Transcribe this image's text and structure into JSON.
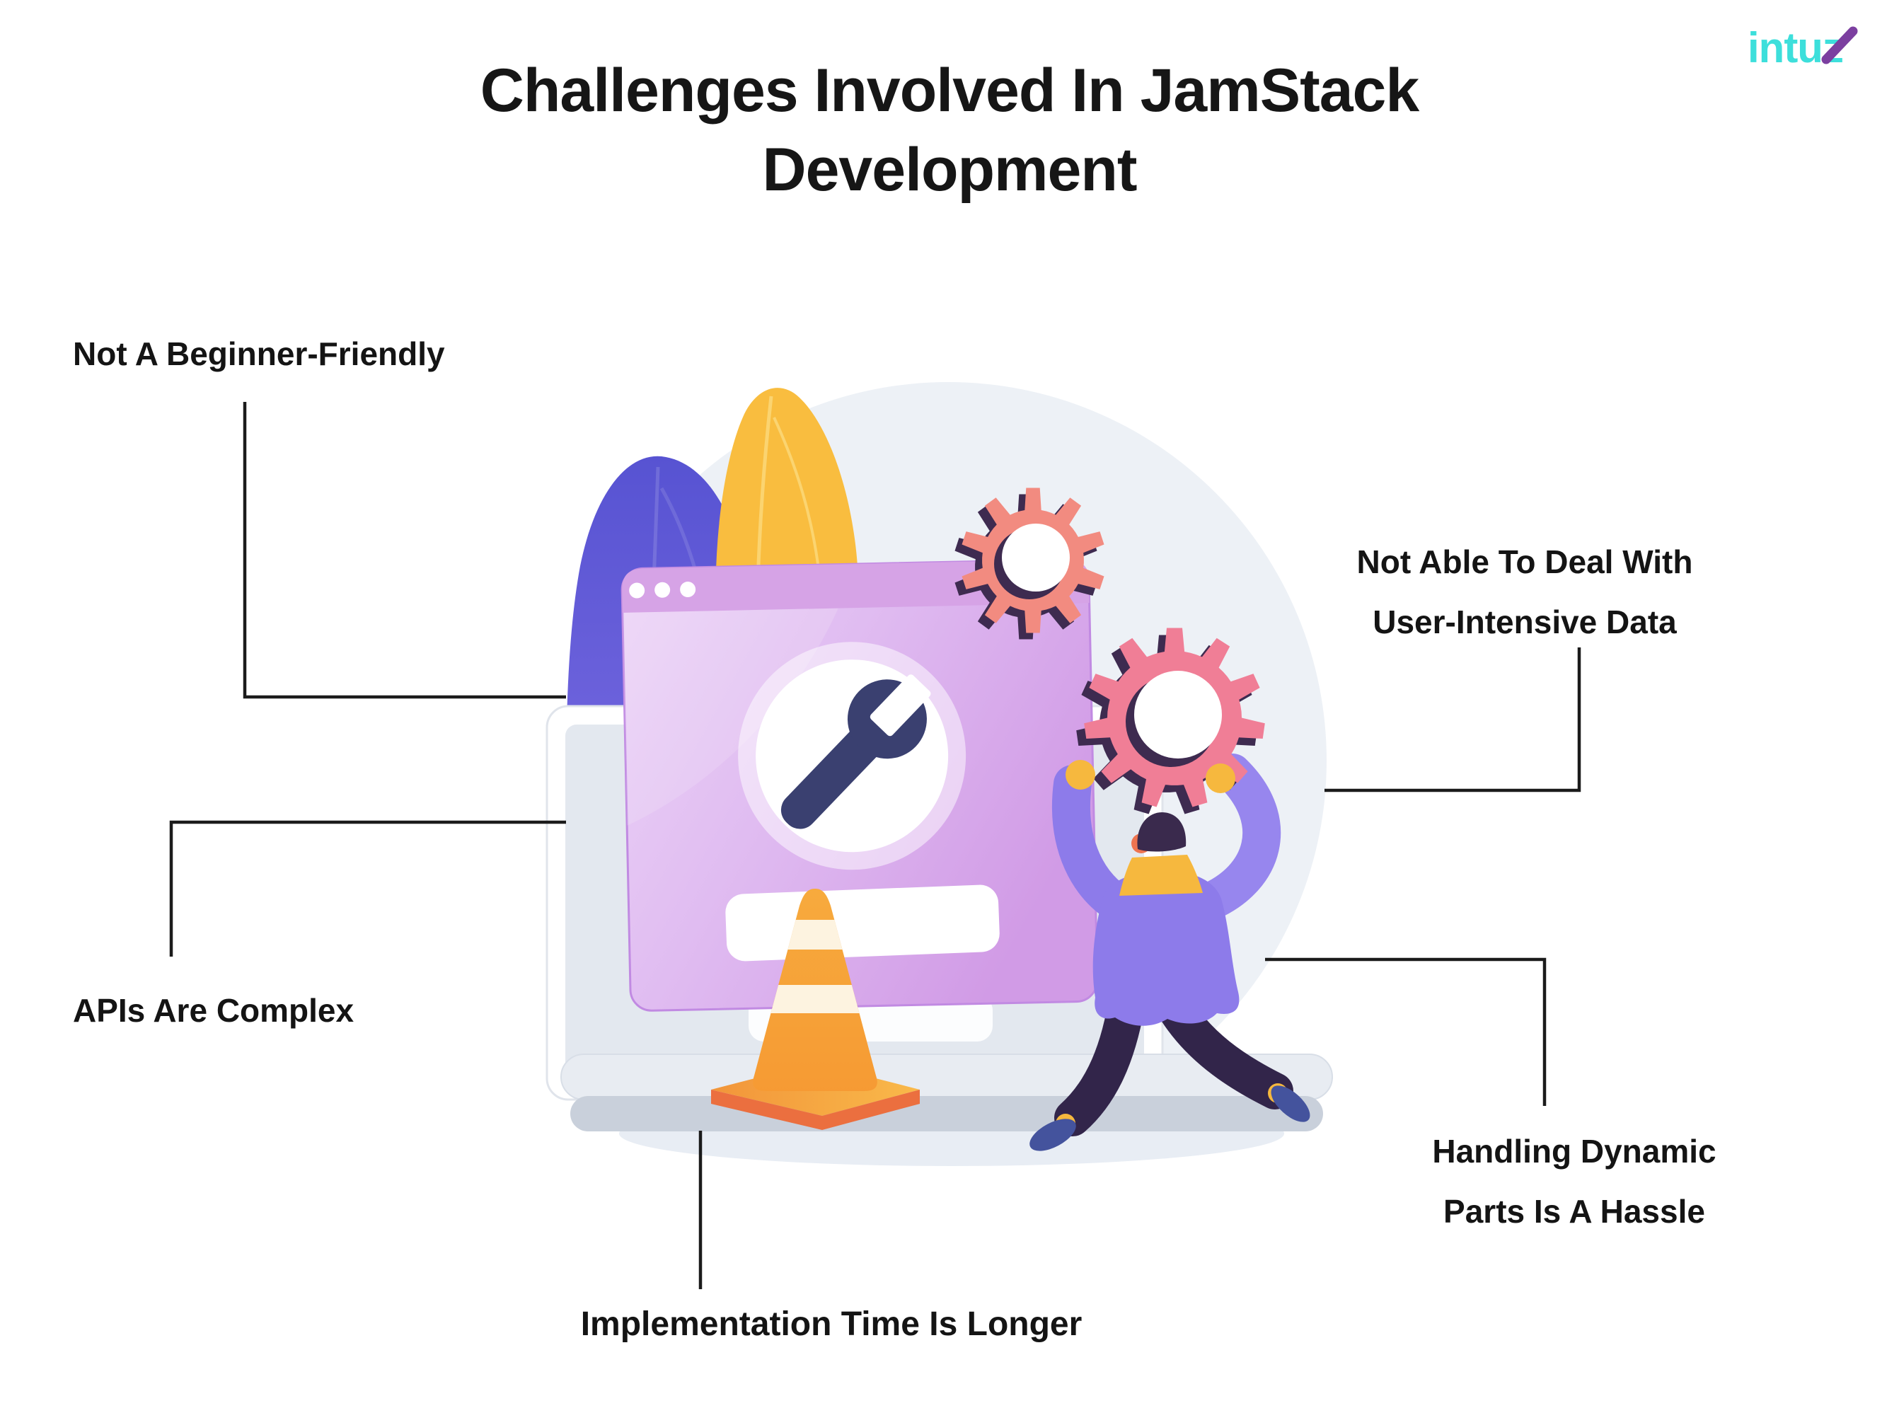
{
  "title": {
    "line1": "Challenges Involved In JamStack",
    "line2": "Development"
  },
  "logo": {
    "text": "intuz",
    "color_primary": "#3ddfdb",
    "color_accent": "#7c3fa0"
  },
  "challenges": [
    {
      "label": "Not A Beginner-Friendly"
    },
    {
      "label": "APIs Are Complex"
    },
    {
      "label_line1": "Not Able To Deal With",
      "label_line2": "User-Intensive Data"
    },
    {
      "label_line1": "Handling Dynamic",
      "label_line2": "Parts Is A Hassle"
    },
    {
      "label": "Implementation Time Is Longer"
    }
  ],
  "illustration": {
    "icons": [
      "browser-window-icon",
      "wrench-icon",
      "gear-icon-large",
      "gear-icon-small",
      "traffic-cone-icon",
      "monitor-icon",
      "laptop-base-icon",
      "person-figure",
      "leaf-blob-purple-icon",
      "leaf-blob-yellow-icon",
      "background-circle"
    ],
    "colors": {
      "background_circle": "#edf1f6",
      "window_body": "#ddb4ef",
      "window_bar": "#d6a3e6",
      "wrench": "#3a4070",
      "gear_large": "#f07e96",
      "gear_small": "#f28b80",
      "gear_shadow": "#3e2b50",
      "cone_orange": "#f6a53a",
      "cone_stripe": "#fdf3e0",
      "cone_base": "#eb6f3f",
      "person_sweater": "#8d7bea",
      "person_pants": "#32254a",
      "person_skin": "#f6b83e",
      "person_shoes": "#44539d",
      "blob_purple": "#5753d2",
      "blob_yellow": "#f9bd3f",
      "connector": "#1b1b1b",
      "text": "#141414"
    }
  }
}
